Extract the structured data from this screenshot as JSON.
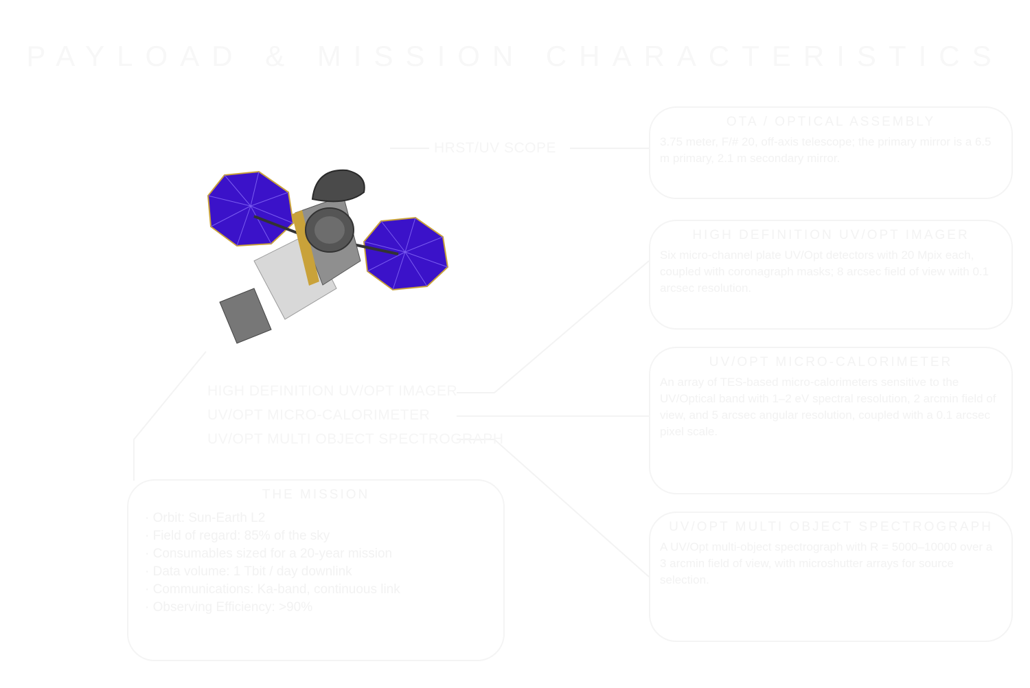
{
  "title": "PAYLOAD & MISSION CHARACTERISTICS",
  "labels": {
    "telescope": "HRST/UV SCOPE",
    "instruments": [
      "HIGH DEFINITION UV/OPT IMAGER",
      "UV/OPT MICRO-CALORIMETER",
      "UV/OPT MULTI OBJECT SPECTROGRAPH"
    ]
  },
  "boxes": [
    {
      "title": "OTA / OPTICAL ASSEMBLY",
      "text": "3.75 meter, F/# 20, off-axis telescope; the primary mirror is a 6.5 m primary, 2.1 m secondary mirror."
    },
    {
      "title": "HIGH DEFINITION UV/OPT IMAGER",
      "text": "Six micro-channel plate UV/Opt detectors with 20 Mpix each, coupled with coronagraph masks; 8 arcsec field of view with 0.1 arcsec resolution."
    },
    {
      "title": "UV/OPT MICRO-CALORIMETER",
      "text": "An array of TES-based micro-calorimeters sensitive to the UV/Optical band with 1–2 eV spectral resolution, 2 arcmin field of view, and 5 arcsec angular resolution, coupled with a 0.1 arcsec pixel scale."
    },
    {
      "title": "UV/OPT MULTI OBJECT SPECTROGRAPH",
      "text": "A UV/Opt multi-object spectrograph with R = 5000–10000 over a 3 arcmin field of view, with microshutter arrays for source selection."
    }
  ],
  "mission": {
    "title": "THE MISSION",
    "items": [
      "· Orbit: Sun-Earth L2",
      "· Field of regard: 85% of the sky",
      "· Consumables sized for a 20-year mission",
      "· Data volume: 1 Tbit / day downlink",
      "· Communications: Ka-band, continuous link",
      "· Observing Efficiency: >90%"
    ]
  },
  "colors": {
    "background": "#ffffff",
    "text": "#f4f4f4",
    "solar_panel": "#3b12c9",
    "gold": "#c9a23a",
    "body": "#8f8f8f"
  }
}
